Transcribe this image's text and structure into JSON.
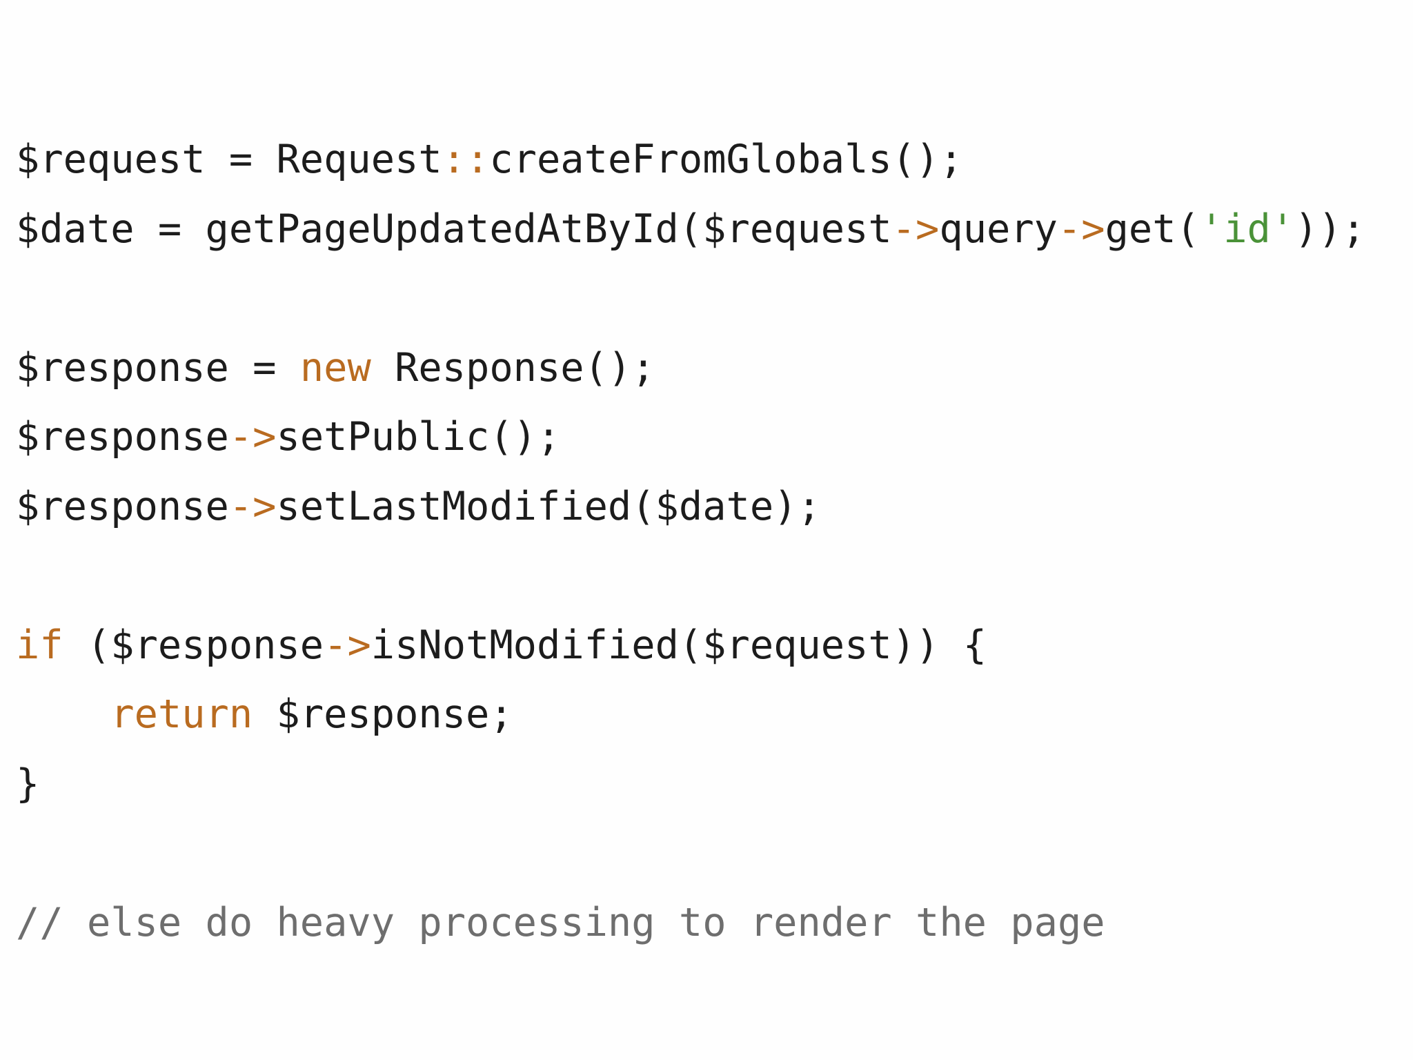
{
  "editor": {
    "language": "php",
    "colors": {
      "background": "#fefefe",
      "default": "#1c1c1c",
      "keyword": "#b96b20",
      "operator": "#b96b20",
      "string": "#4a9238",
      "comment": "#6e6e6e"
    },
    "lines": [
      {
        "tokens": [
          {
            "type": "default",
            "text": "$request = Request"
          },
          {
            "type": "operator",
            "text": "::"
          },
          {
            "type": "default",
            "text": "createFromGlobals();"
          }
        ]
      },
      {
        "tokens": [
          {
            "type": "default",
            "text": "$date = getPageUpdatedAtById($request"
          },
          {
            "type": "operator",
            "text": "->"
          },
          {
            "type": "default",
            "text": "query"
          },
          {
            "type": "operator",
            "text": "->"
          },
          {
            "type": "default",
            "text": "get("
          },
          {
            "type": "string",
            "text": "'id'"
          },
          {
            "type": "default",
            "text": "));"
          }
        ]
      },
      {
        "tokens": []
      },
      {
        "tokens": [
          {
            "type": "default",
            "text": "$response = "
          },
          {
            "type": "keyword",
            "text": "new"
          },
          {
            "type": "default",
            "text": " Response();"
          }
        ]
      },
      {
        "tokens": [
          {
            "type": "default",
            "text": "$response"
          },
          {
            "type": "operator",
            "text": "->"
          },
          {
            "type": "default",
            "text": "setPublic();"
          }
        ]
      },
      {
        "tokens": [
          {
            "type": "default",
            "text": "$response"
          },
          {
            "type": "operator",
            "text": "->"
          },
          {
            "type": "default",
            "text": "setLastModified($date);"
          }
        ]
      },
      {
        "tokens": []
      },
      {
        "tokens": [
          {
            "type": "keyword",
            "text": "if"
          },
          {
            "type": "default",
            "text": " ($response"
          },
          {
            "type": "operator",
            "text": "->"
          },
          {
            "type": "default",
            "text": "isNotModified($request)) {"
          }
        ]
      },
      {
        "tokens": [
          {
            "type": "default",
            "text": "    "
          },
          {
            "type": "keyword",
            "text": "return"
          },
          {
            "type": "default",
            "text": " $response;"
          }
        ]
      },
      {
        "tokens": [
          {
            "type": "default",
            "text": "}"
          }
        ]
      },
      {
        "tokens": []
      },
      {
        "tokens": [
          {
            "type": "comment",
            "text": "// else do heavy processing to render the page"
          }
        ]
      }
    ]
  }
}
